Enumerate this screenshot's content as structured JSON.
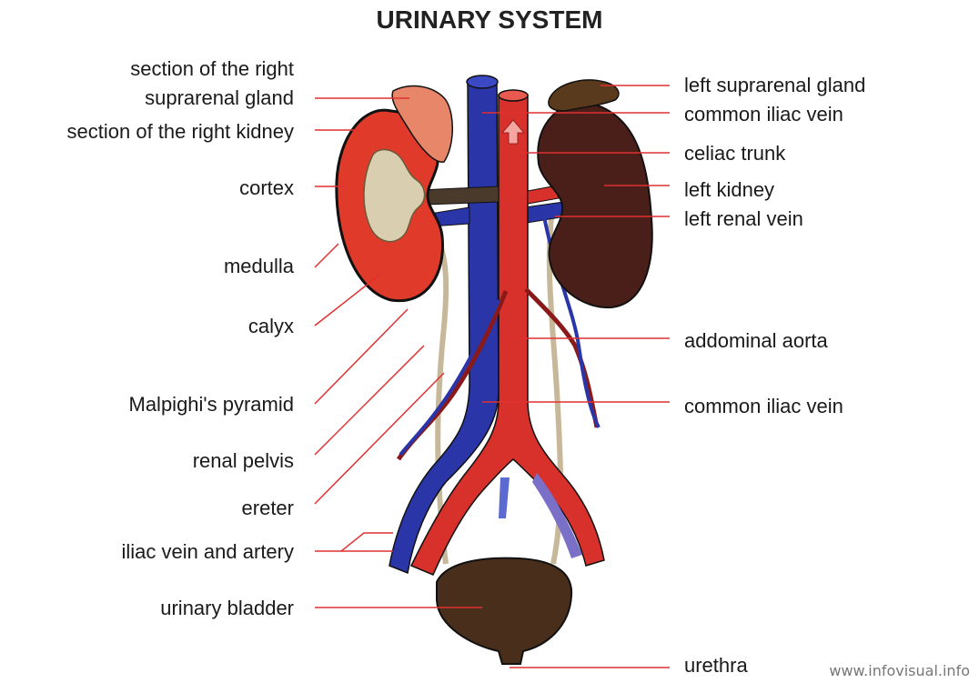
{
  "title": "URINARY SYSTEM",
  "watermark": "www.infovisual.info",
  "labels_left": {
    "right_suprarenal_line1": "section of the right",
    "right_suprarenal_line2": "suprarenal gland",
    "right_kidney_section": "section of the right kidney",
    "cortex": "cortex",
    "medulla": "medulla",
    "calyx": "calyx",
    "malpighi": "Malpighi's pyramid",
    "renal_pelvis": "renal pelvis",
    "ereter": "ereter",
    "iliac_vein_artery": "iliac vein and artery",
    "urinary_bladder": "urinary bladder"
  },
  "labels_right": {
    "left_suprarenal": "left suprarenal gland",
    "common_iliac_vein_top": "common iliac vein",
    "celiac_trunk": "celiac trunk",
    "left_kidney": "left kidney",
    "left_renal_vein": "left renal vein",
    "abdominal_aorta": "addominal aorta",
    "common_iliac_vein_bottom": "common iliac vein",
    "urethra": "urethra"
  },
  "colors": {
    "leader_line": "#e03030",
    "artery": "#d8302a",
    "vein": "#2a35a8",
    "kidney_left": "#4a1f1a",
    "kidney_section": "#e03a2a",
    "bladder": "#4a2e1c",
    "ureter": "#c8b89a",
    "gland": "#e8866a"
  }
}
